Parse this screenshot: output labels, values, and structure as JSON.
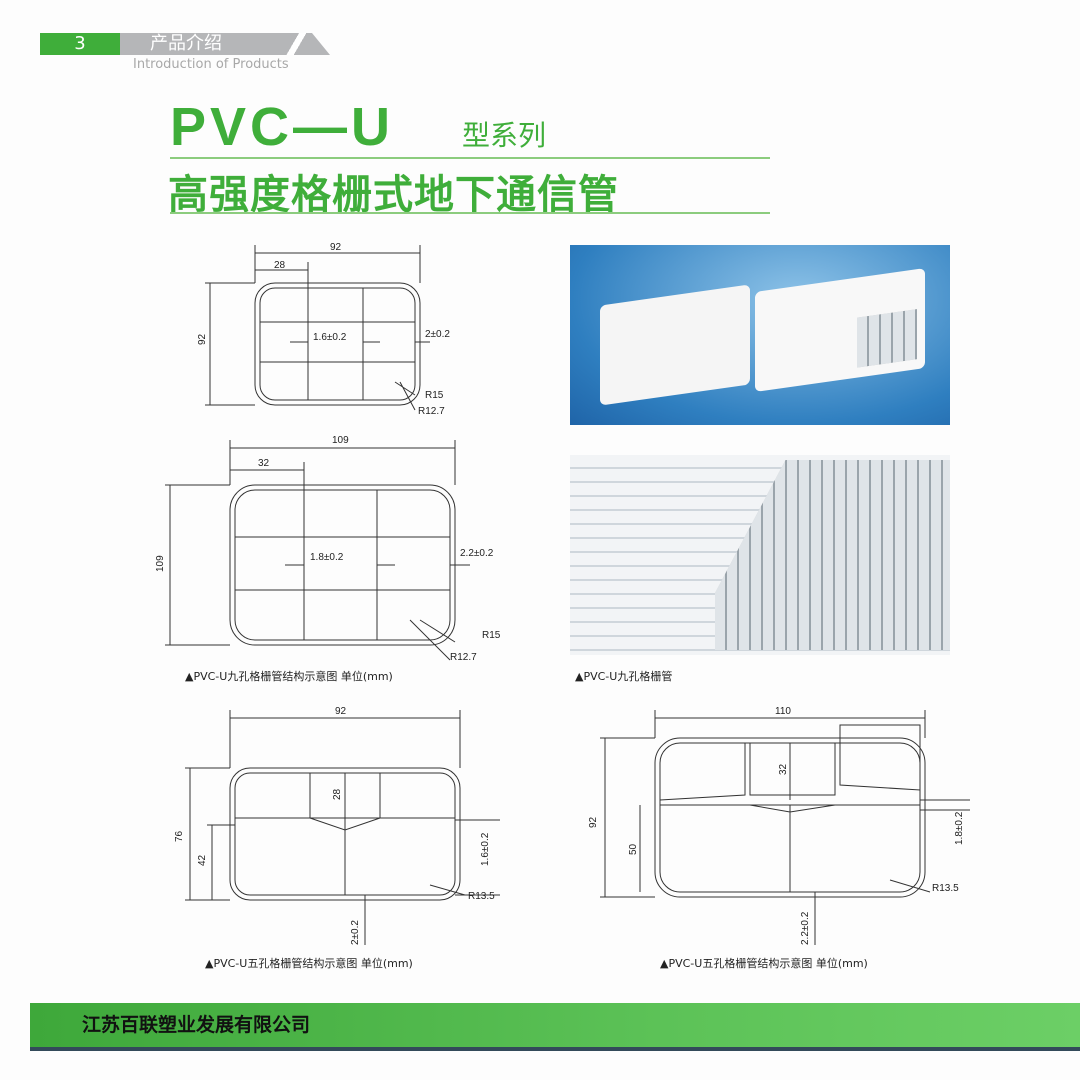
{
  "header": {
    "page_number": "3",
    "section_cn": "产品介绍",
    "section_en": "Introduction of Products"
  },
  "title": {
    "main": "PVC—U",
    "series": "型系列",
    "subtitle": "高强度格栅式地下通信管"
  },
  "diagram1": {
    "width": "92",
    "cell": "28",
    "height": "92",
    "inner_wall": "1.6±0.2",
    "outer_wall": "2±0.2",
    "r_outer": "R15",
    "r_inner": "R12.7"
  },
  "diagram2": {
    "width": "109",
    "cell": "32",
    "height": "109",
    "inner_wall": "1.8±0.2",
    "outer_wall": "2.2±0.2",
    "r_outer": "R15",
    "r_inner": "R12.7"
  },
  "diagram3": {
    "width": "92",
    "height": "76",
    "top_cell": "28",
    "bottom_cell": "42",
    "side_wall": "1.6±0.2",
    "bottom_wall": "2±0.2",
    "radius": "R13.5"
  },
  "diagram4": {
    "width": "110",
    "height": "92",
    "top_cell": "32",
    "bottom_cell": "50",
    "side_wall": "1.8±0.2",
    "bottom_wall": "2.2±0.2",
    "radius": "R13.5"
  },
  "captions": {
    "nine_diagram": "▲PVC-U九孔格栅管结构示意图  单位(mm)",
    "nine_photo": "▲PVC-U九孔格栅管",
    "five_diagram_left": "▲PVC-U五孔格栅管结构示意图  单位(mm)",
    "five_diagram_right": "▲PVC-U五孔格栅管结构示意图  单位(mm)"
  },
  "footer": {
    "company": "江苏百联塑业发展有限公司"
  }
}
